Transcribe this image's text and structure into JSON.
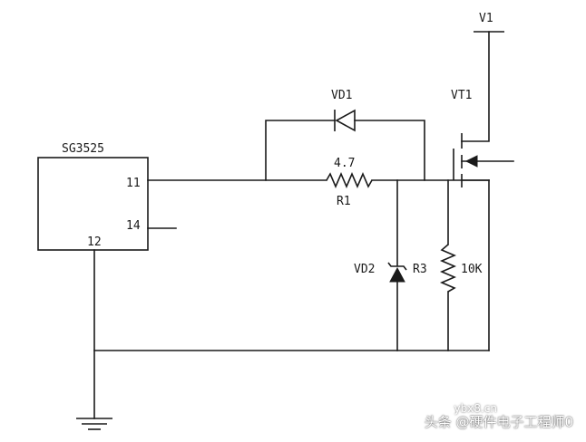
{
  "ic": {
    "name": "SG3525",
    "pins": {
      "p11": "11",
      "p14": "14",
      "p12": "12"
    }
  },
  "components": {
    "vd1": "VD1",
    "vt1": "VT1",
    "v1": "V1",
    "r1_value": "4.7",
    "r1": "R1",
    "vd2": "VD2",
    "r3": "R3",
    "r3_value": "10K"
  },
  "watermark": {
    "text": "头条 @硬件电子工程师0",
    "url": "ybx8.cn"
  }
}
